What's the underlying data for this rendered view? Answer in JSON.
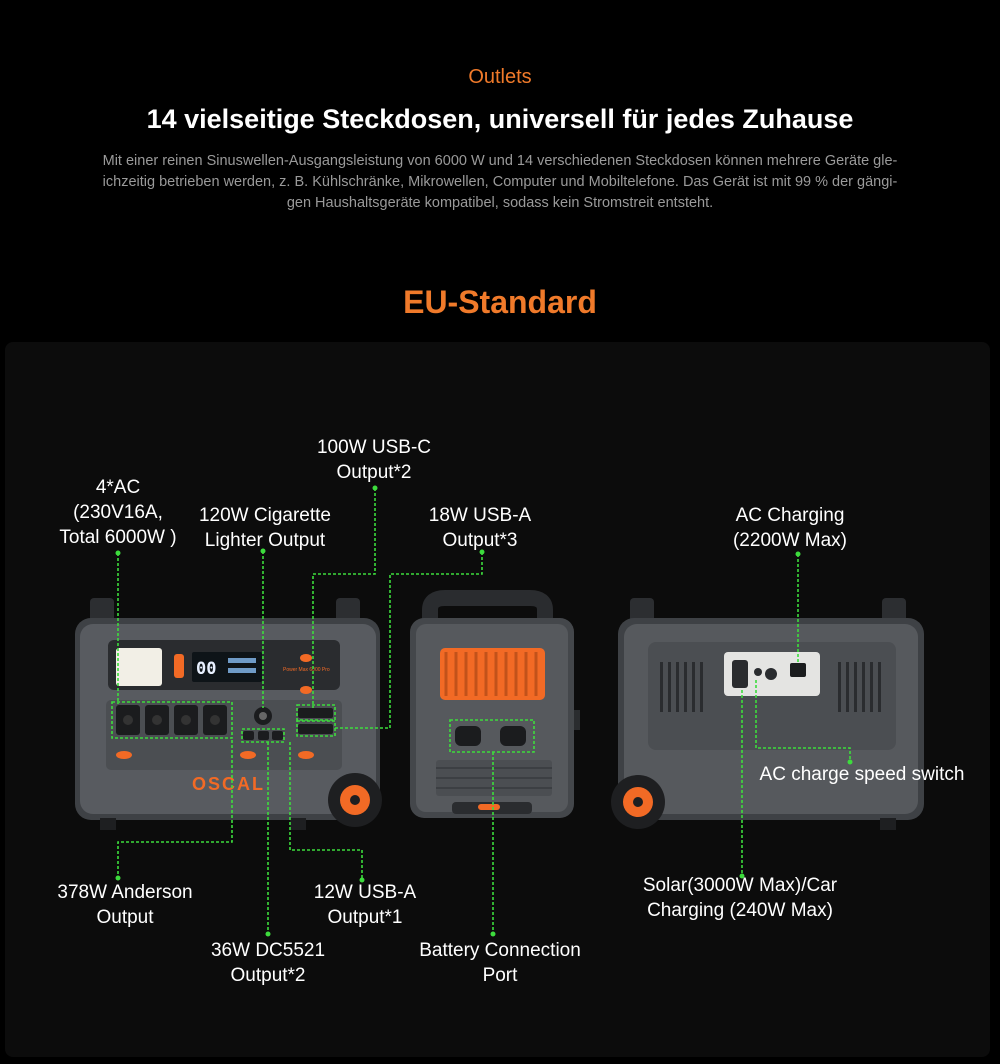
{
  "header": {
    "kicker": "Outlets",
    "title": "14 vielseitige Steckdosen, universell für jedes Zuhause",
    "description_lines": [
      "Mit einer reinen Sinuswellen-Ausgangsleistung von 6000 W und 14 verschiedenen Steckdosen können mehrere Geräte gle-",
      "ichzeitig betrieben werden, z. B. Kühlschränke, Mikrowellen, Computer und Mobiltelefone. Das Gerät ist mit 99 % der gängi-",
      "gen Haushaltsgeräte kompatibel, sodass kein Stromstreit entsteht."
    ]
  },
  "section_title": "EU-Standard",
  "labels": {
    "usb_c": [
      "100W USB-C",
      "Output*2"
    ],
    "ac": [
      "4*AC",
      "(230V16A,",
      "Total 6000W )"
    ],
    "cigarette": [
      "120W Cigarette",
      "Lighter Output"
    ],
    "usb_a18": [
      "18W USB-A",
      "Output*3"
    ],
    "ac_charging": [
      "AC Charging",
      "(2200W Max)"
    ],
    "ac_speed_switch": [
      "AC charge speed switch"
    ],
    "anderson": [
      "378W Anderson",
      "Output"
    ],
    "usb_a12": [
      "12W USB-A",
      "Output*1"
    ],
    "dc5521": [
      "36W DC5521",
      "Output*2"
    ],
    "battery_port": [
      "Battery Connection",
      "Port"
    ],
    "solar": [
      "Solar(3000W Max)/Car",
      "Charging (240W Max)"
    ]
  },
  "device": {
    "brand": "OSCAL",
    "screen_digits": "00",
    "front_text": "Power Max 6000 Pro"
  },
  "colors": {
    "accent": "#f07a2a",
    "callout_line": "#3ddc3d",
    "device_body": "#55585c",
    "orange_part": "#f26a25"
  }
}
